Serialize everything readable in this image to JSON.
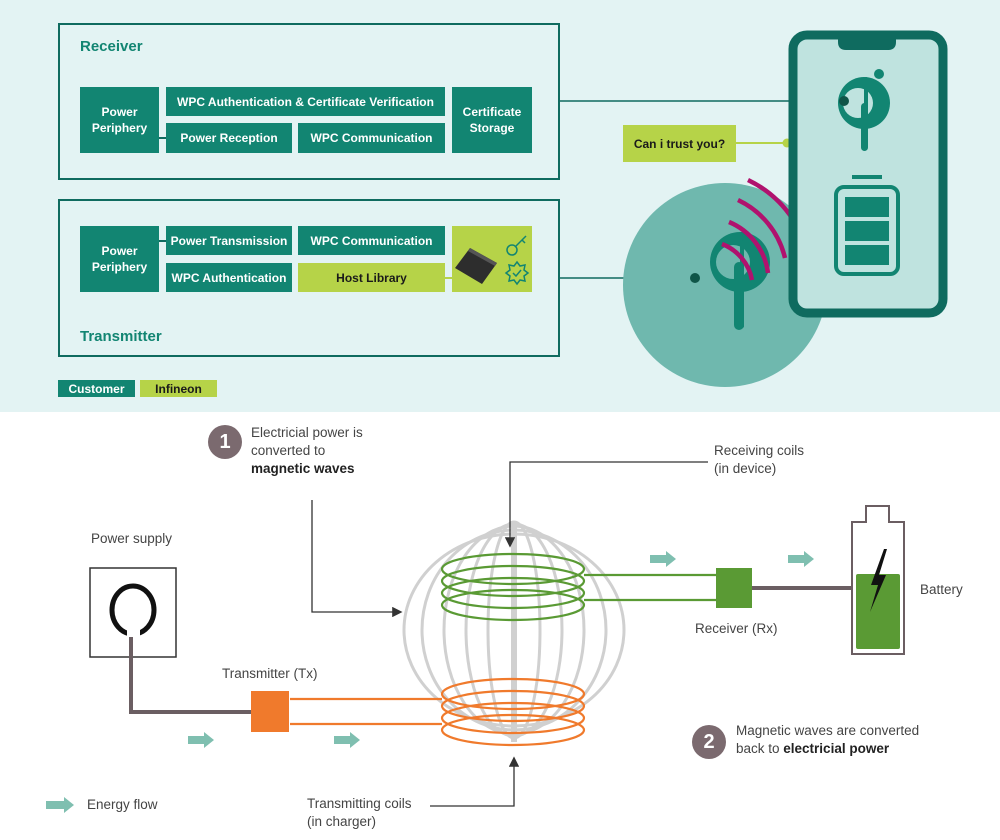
{
  "top_panel": {
    "receiver": {
      "title": "Receiver",
      "power_periphery": [
        "Power",
        "Periphery"
      ],
      "auth_cert_verification": "WPC Authentication & Certificate Verification",
      "power_reception": "Power Reception",
      "wpc_communication": "WPC Communication",
      "certificate_storage": [
        "Certificate",
        "Storage"
      ]
    },
    "transmitter": {
      "title": "Transmitter",
      "power_periphery": [
        "Power",
        "Periphery"
      ],
      "power_transmission": "Power Transmission",
      "wpc_communication": "WPC Communication",
      "wpc_authentication": "WPC Authentication",
      "host_library": "Host Library"
    },
    "legend": {
      "customer": "Customer",
      "infineon": "Infineon"
    },
    "speech_bubble": "Can i trust you?",
    "colors": {
      "teal": "#128572",
      "dark_teal": "#0f6b5f",
      "lime": "#b6d348",
      "magenta": "#b0126e",
      "background": "#e3f3f3"
    }
  },
  "bottom_panel": {
    "step1": {
      "number": "1",
      "line1": "Electricial power is",
      "line2": "converted to",
      "line3_bold": "magnetic waves"
    },
    "step2": {
      "number": "2",
      "line1": "Magnetic waves are converted",
      "line2_prefix": "back to ",
      "line2_bold": "electricial power"
    },
    "power_supply": "Power supply",
    "transmitter": "Transmitter (Tx)",
    "receiving_coils": [
      "Receiving coils",
      "(in device)"
    ],
    "transmitting_coils": [
      "Transmitting coils",
      "(in charger)"
    ],
    "receiver": "Receiver (Rx)",
    "battery": "Battery",
    "legend_energy_flow": "Energy flow",
    "colors": {
      "tx_orange": "#f07a2c",
      "rx_green": "#5a9a34",
      "arrow": "#7fbfb0",
      "wire": "#6b5e62",
      "field": "#c8c8c8"
    }
  }
}
